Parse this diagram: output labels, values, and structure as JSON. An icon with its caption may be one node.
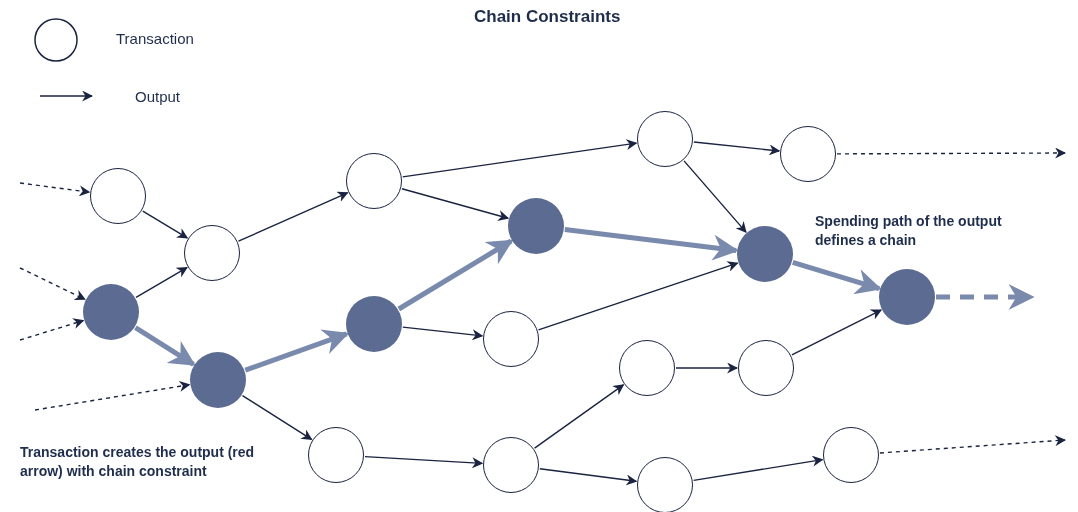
{
  "diagram": {
    "title": "Chain Constraints",
    "nodes": [
      {
        "text": [],
        "shape": "circle"
      },
      {
        "text": [],
        "shape": "circle"
      },
      {
        "text": [],
        "shape": "circle"
      },
      {
        "text": [],
        "shape": "circle"
      },
      {
        "text": [],
        "shape": "circle"
      },
      {
        "text": [],
        "shape": "circle"
      },
      {
        "text": [],
        "shape": "circle"
      },
      {
        "text": [],
        "shape": "circle"
      },
      {
        "text": [],
        "shape": "circle"
      },
      {
        "text": [],
        "shape": "circle"
      },
      {
        "text": [],
        "shape": "circle"
      },
      {
        "text": [],
        "shape": "circle"
      },
      {
        "text": [],
        "shape": "circle"
      },
      {
        "text": [],
        "shape": "circle"
      },
      {
        "text": [],
        "shape": "circle"
      },
      {
        "text": [],
        "shape": "circle"
      },
      {
        "text": [],
        "shape": "circle"
      },
      {
        "text": [],
        "shape": "circle"
      }
    ],
    "edges": [
      {
        "from": null,
        "to": 0,
        "arrow": "to",
        "style": "dashed"
      },
      {
        "from": null,
        "to": 2,
        "arrow": "to",
        "style": "dashed"
      },
      {
        "from": null,
        "to": 2,
        "arrow": "to",
        "style": "dashed"
      },
      {
        "from": null,
        "to": 3,
        "arrow": "to",
        "style": "dashed"
      },
      {
        "from": 0,
        "to": 1,
        "arrow": "to"
      },
      {
        "from": 2,
        "to": 1,
        "arrow": "to"
      },
      {
        "from": 2,
        "to": 3,
        "arrow": "to",
        "style": "thick",
        "color": "#7a8aad"
      },
      {
        "from": 1,
        "to": 4,
        "arrow": "to"
      },
      {
        "from": 3,
        "to": 5,
        "arrow": "to",
        "style": "thick",
        "color": "#7a8aad"
      },
      {
        "from": 3,
        "to": 8,
        "arrow": "to"
      },
      {
        "from": 4,
        "to": 10,
        "arrow": "to"
      },
      {
        "from": 4,
        "to": 6,
        "arrow": "to"
      },
      {
        "from": 5,
        "to": 6,
        "arrow": "to",
        "style": "thick",
        "color": "#7a8aad"
      },
      {
        "from": 5,
        "to": 7,
        "arrow": "to"
      },
      {
        "from": 6,
        "to": 12,
        "arrow": "to",
        "style": "thick",
        "color": "#7a8aad"
      },
      {
        "from": 7,
        "to": 12,
        "arrow": "to"
      },
      {
        "from": 10,
        "to": 11,
        "arrow": "to"
      },
      {
        "from": 10,
        "to": 12,
        "arrow": "to"
      },
      {
        "from": 12,
        "to": 13,
        "arrow": "to",
        "style": "thick",
        "color": "#7a8aad"
      },
      {
        "from": 11,
        "to": null,
        "arrow": "to",
        "style": "dashed"
      },
      {
        "from": 13,
        "to": null,
        "arrow": "to",
        "style": "dashed",
        "color": "#7a8aad"
      },
      {
        "from": 8,
        "to": 9,
        "arrow": "to"
      },
      {
        "from": 9,
        "to": 14,
        "arrow": "to"
      },
      {
        "from": 9,
        "to": 16,
        "arrow": "to"
      },
      {
        "from": 14,
        "to": 15,
        "arrow": "to"
      },
      {
        "from": 15,
        "to": 13,
        "arrow": "to"
      },
      {
        "from": 16,
        "to": 17,
        "arrow": "to"
      },
      {
        "from": 17,
        "to": null,
        "arrow": "to",
        "style": "dashed"
      }
    ],
    "labels": [
      "Spending path of the output defines a chain",
      "Transaction creates the output (red arrow) with chain constraint"
    ],
    "legend": [
      {
        "text": "Transaction"
      },
      {
        "text": "Output"
      }
    ]
  }
}
